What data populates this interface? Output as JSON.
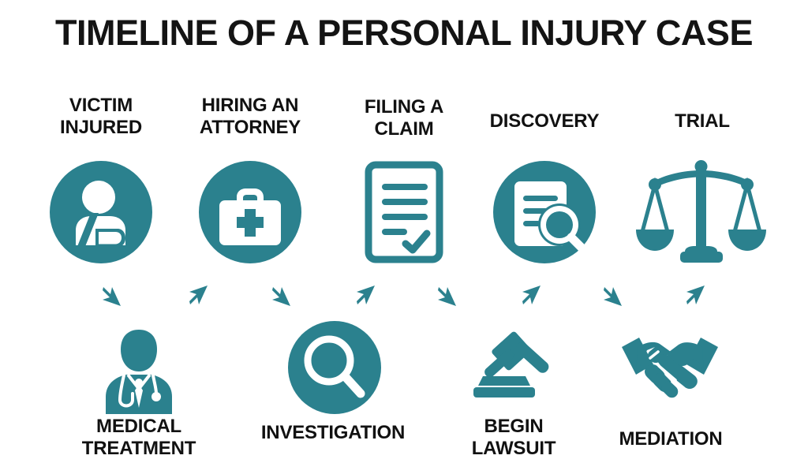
{
  "page": {
    "title": "TIMELINE OF A PERSONAL INJURY CASE",
    "background_color": "#FFFFFF",
    "accent_color": "#2B818E",
    "text_color": "#111111"
  },
  "steps": {
    "top_row": [
      {
        "order": 1,
        "label_line1": "VICTIM",
        "label_line2": "INJURED",
        "icon": "injured-person-icon",
        "icon_style": "filled-circle"
      },
      {
        "order": 3,
        "label_line1": "HIRING AN",
        "label_line2": "ATTORNEY",
        "icon": "first-aid-kit-icon",
        "icon_style": "filled-circle"
      },
      {
        "order": 5,
        "label_line1": "FILING A",
        "label_line2": "CLAIM",
        "icon": "claim-document-icon",
        "icon_style": "outline"
      },
      {
        "order": 7,
        "label_line1": "DISCOVERY",
        "label_line2": "",
        "icon": "document-search-icon",
        "icon_style": "filled-circle"
      },
      {
        "order": 9,
        "label_line1": "TRIAL",
        "label_line2": "",
        "icon": "scales-of-justice-icon",
        "icon_style": "solid"
      }
    ],
    "bottom_row": [
      {
        "order": 2,
        "label_line1": "MEDICAL",
        "label_line2": "TREATMENT",
        "icon": "doctor-icon",
        "icon_style": "solid"
      },
      {
        "order": 4,
        "label_line1": "INVESTIGATION",
        "label_line2": "",
        "icon": "magnifying-glass-icon",
        "icon_style": "filled-circle"
      },
      {
        "order": 6,
        "label_line1": "BEGIN",
        "label_line2": "LAWSUIT",
        "icon": "gavel-icon",
        "icon_style": "solid"
      },
      {
        "order": 8,
        "label_line1": "MEDIATION",
        "label_line2": "",
        "icon": "handshake-icon",
        "icon_style": "solid"
      }
    ]
  },
  "arrows": [
    {
      "name": "arrow-1",
      "direction": "down-right"
    },
    {
      "name": "arrow-2",
      "direction": "up-right"
    },
    {
      "name": "arrow-3",
      "direction": "down-right"
    },
    {
      "name": "arrow-4",
      "direction": "up-right"
    },
    {
      "name": "arrow-5",
      "direction": "down-right"
    },
    {
      "name": "arrow-6",
      "direction": "up-right"
    },
    {
      "name": "arrow-7",
      "direction": "down-right"
    },
    {
      "name": "arrow-8",
      "direction": "up-right"
    }
  ]
}
